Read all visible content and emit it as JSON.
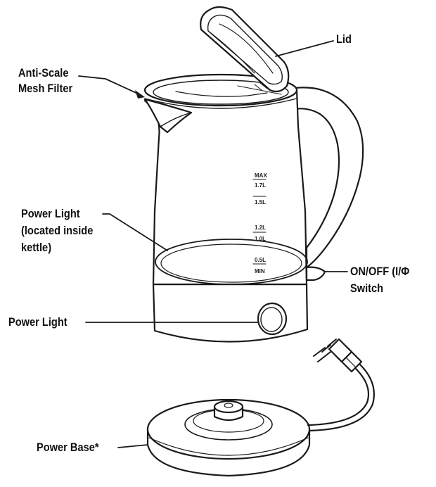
{
  "labels": {
    "lid": "Lid",
    "filter_line1": "Anti-Scale",
    "filter_line2": "Mesh Filter",
    "power_light_inside_line1": "Power Light",
    "power_light_inside_line2": "(located inside",
    "power_light_inside_line3": "kettle)",
    "switch_line1": "ON/OFF (I/Φ",
    "switch_line2": "Switch",
    "power_light": "Power Light",
    "power_base": "Power Base*"
  },
  "scale": {
    "max": "MAX",
    "l17": "1.7L",
    "l15": "1.5L",
    "l12": "1.2L",
    "l10": "1.0L",
    "l05": "0.5L",
    "min": "MIN"
  }
}
